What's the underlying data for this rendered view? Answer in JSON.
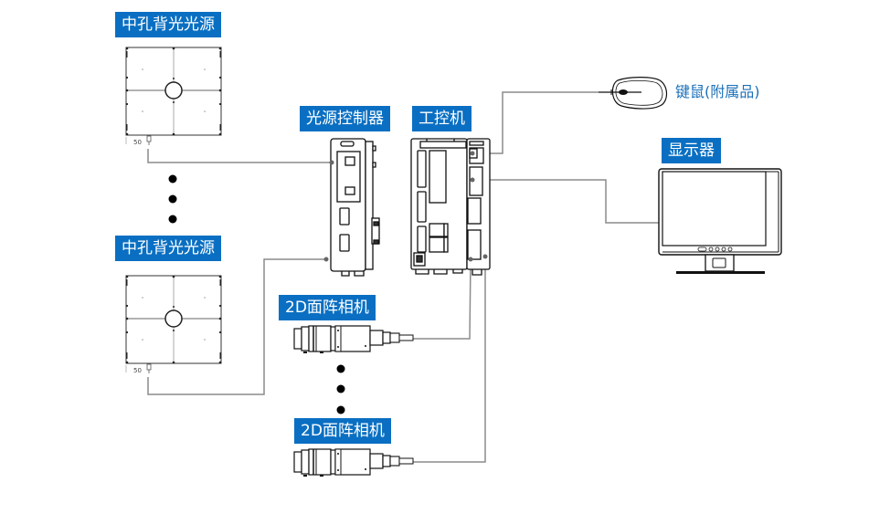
{
  "diagram": {
    "labels": {
      "backlight_top": "中孔背光光源",
      "backlight_bottom": "中孔背光光源",
      "light_controller": "光源控制器",
      "industrial_pc": "工控机",
      "keyboard_mouse": "键鼠(附属品)",
      "monitor": "显示器",
      "camera_top": "2D面阵相机",
      "camera_bottom": "2D面阵相机"
    },
    "backlight_dimension": "50",
    "colors": {
      "label_bg": "#0a6fc2",
      "label_text": "#ffffff",
      "plain_label_text": "#1a6fb8",
      "wire": "#8c8c8c",
      "outline": "#1a1a1a"
    },
    "icons": {
      "backlight": "square-backlight-icon",
      "controller": "light-controller-icon",
      "pc": "industrial-pc-icon",
      "mouse": "mouse-icon",
      "monitor": "monitor-icon",
      "camera": "area-camera-icon",
      "ellipsis": "vertical-ellipsis-icon"
    }
  }
}
